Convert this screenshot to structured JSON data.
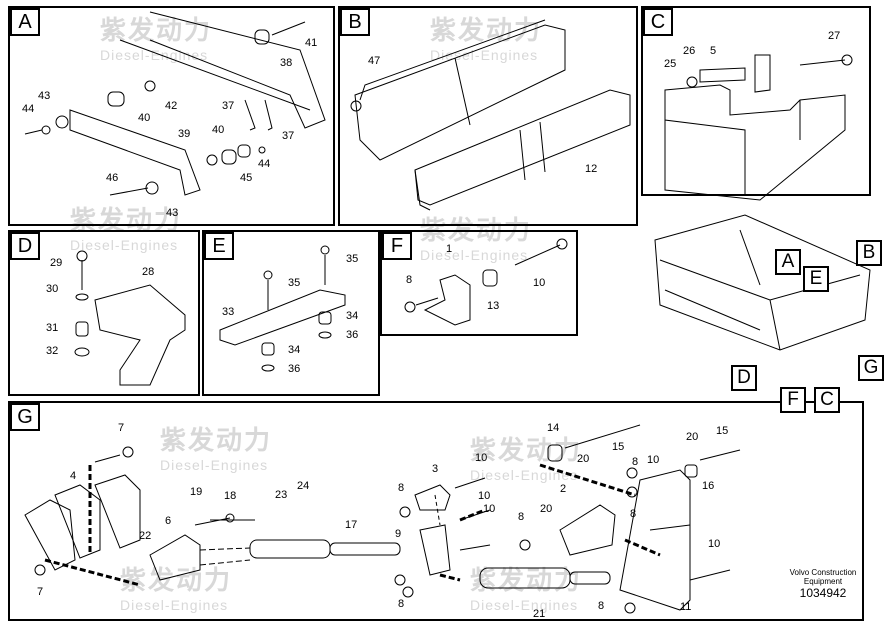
{
  "panels": {
    "A": {
      "label": "A",
      "parts": [
        "41",
        "38",
        "43",
        "44",
        "42",
        "40",
        "37",
        "37",
        "39",
        "40",
        "44",
        "45",
        "46",
        "43"
      ]
    },
    "B": {
      "label": "B",
      "parts": [
        "47",
        "12"
      ]
    },
    "C": {
      "label": "C",
      "parts": [
        "26",
        "5",
        "27",
        "25"
      ]
    },
    "D": {
      "label": "D",
      "parts": [
        "29",
        "28",
        "30",
        "31",
        "32"
      ]
    },
    "E": {
      "label": "E",
      "parts": [
        "35",
        "35",
        "33",
        "34",
        "36",
        "34",
        "36"
      ]
    },
    "F": {
      "label": "F",
      "parts": [
        "1",
        "8",
        "13",
        "10"
      ]
    },
    "G": {
      "label": "G",
      "parts": [
        "7",
        "4",
        "19",
        "18",
        "23",
        "24",
        "3",
        "10",
        "14",
        "15",
        "20",
        "20",
        "15",
        "8",
        "10",
        "8",
        "10",
        "2",
        "16",
        "6",
        "22",
        "17",
        "9",
        "20",
        "8",
        "8",
        "10",
        "10",
        "8",
        "21",
        "8",
        "11"
      ]
    }
  },
  "overview_callouts": [
    "A",
    "E",
    "B",
    "D",
    "F",
    "C",
    "G"
  ],
  "footer": {
    "line1": "Volvo Construction",
    "line2": "Equipment",
    "number": "1034942"
  },
  "watermark": {
    "brand": "紫发动力",
    "sub": "Diesel-Engines"
  }
}
